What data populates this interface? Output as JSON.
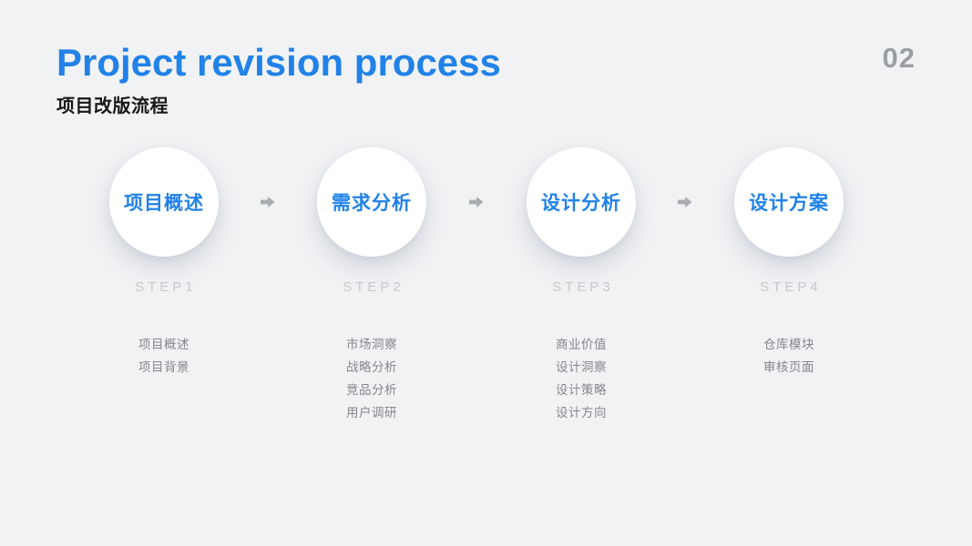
{
  "header": {
    "title": "Project revision process",
    "subtitle": "项目改版流程",
    "page_number": "02"
  },
  "colors": {
    "accent": "#2182E8",
    "background": "#F1F2F4",
    "step_label": "#C6C8CC",
    "item_text": "#85878C",
    "arrow": "#A9ACB0",
    "page_number": "#9B9EA3",
    "subtitle_text": "#17181A",
    "circle_bg": "#FFFFFF"
  },
  "steps": [
    {
      "label": "项目概述",
      "step": "STEP1",
      "items": [
        "项目概述",
        "项目背景"
      ]
    },
    {
      "label": "需求分析",
      "step": "STEP2",
      "items": [
        "市场洞察",
        "战略分析",
        "竞品分析",
        "用户调研"
      ]
    },
    {
      "label": "设计分析",
      "step": "STEP3",
      "items": [
        "商业价值",
        "设计洞察",
        "设计策略",
        "设计方向"
      ]
    },
    {
      "label": "设计方案",
      "step": "STEP4",
      "items": [
        "仓库模块",
        "审核页面"
      ]
    }
  ]
}
